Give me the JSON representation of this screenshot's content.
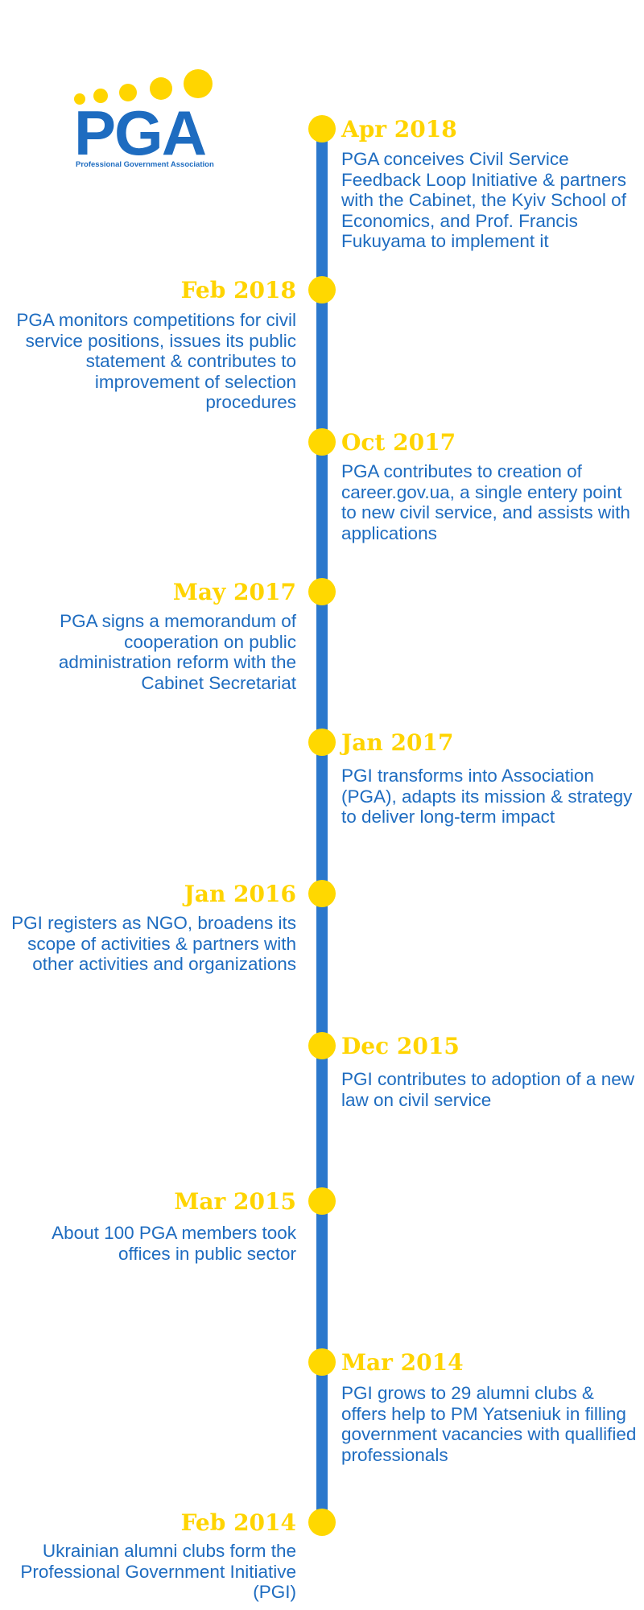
{
  "logo": {
    "word": "PGA",
    "subtitle": "Professional Government Association",
    "colors": {
      "blue": "#1e6cc0",
      "yellow": "#ffd500"
    }
  },
  "timeline": [
    {
      "date": "Apr 2018",
      "side": "right",
      "text": "PGA conceives Civil Service Feedback Loop Initiative & partners with the Cabinet, the Kyiv School of Economics, and Prof. Francis Fukuyama to implement it"
    },
    {
      "date": "Feb 2018",
      "side": "left",
      "text": "PGA monitors competitions for civil service positions, issues its public statement & contributes to improvement of selection procedures"
    },
    {
      "date": "Oct 2017",
      "side": "right",
      "text": "PGA contributes to creation of career.gov.ua, a single entery point to new civil service, and assists with applications"
    },
    {
      "date": "May 2017",
      "side": "left",
      "text": "PGA signs a memorandum of cooperation on public administration reform with the Cabinet Secretariat"
    },
    {
      "date": "Jan 2017",
      "side": "right",
      "text": "PGI transforms into Association (PGA), adapts its mission & strategy to deliver long-term impact"
    },
    {
      "date": "Jan 2016",
      "side": "left",
      "text": "PGI registers as NGO, broadens its scope of activities & partners with other activities and organizations"
    },
    {
      "date": "Dec 2015",
      "side": "right",
      "text": "PGI contributes to adoption of a new law on civil service"
    },
    {
      "date": "Mar 2015",
      "side": "left",
      "text": "About 100 PGA members took offices in public sector"
    },
    {
      "date": "Mar 2014",
      "side": "right",
      "text": "PGI grows to 29 alumni clubs & offers help to PM Yatseniuk in filling government vacancies with quallified professionals"
    },
    {
      "date": "Feb 2014",
      "side": "left",
      "text": "Ukrainian alumni clubs form the Professional Government Initiative (PGI)"
    }
  ],
  "colors": {
    "axis": "#2b78cc",
    "node": "#ffd800",
    "date": "#ffd400",
    "text": "#1e6cc0"
  }
}
